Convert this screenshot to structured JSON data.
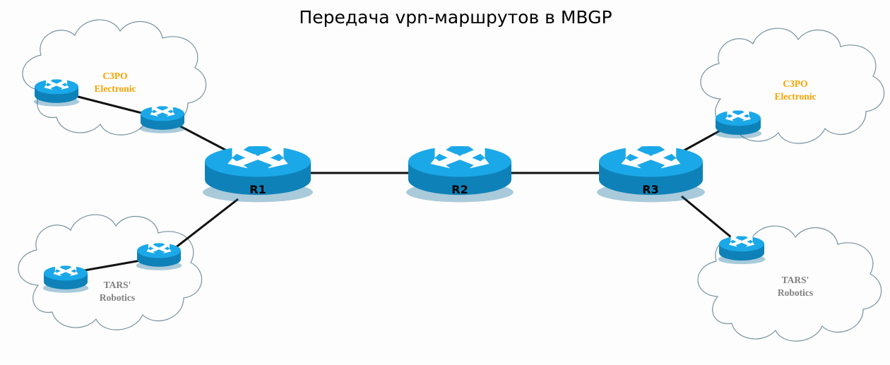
{
  "diagram": {
    "title": "Передача vpn-маршрутов в MBGP",
    "colors": {
      "background": "#fdfdfd",
      "router_top": "#1ba8e8",
      "router_side": "#0e82b8",
      "cloud_stroke": "#7793a0",
      "link": "#111111",
      "label_orange": "#f5a300",
      "label_gray": "#808080",
      "title": "#000000"
    },
    "clouds": [
      {
        "id": "cloud-top-left",
        "label_line1": "C3PO",
        "label_line2": "Electronic",
        "label_color": "#f5a300"
      },
      {
        "id": "cloud-bottom-left",
        "label_line1": "TARS'",
        "label_line2": "Robotics",
        "label_color": "#808080"
      },
      {
        "id": "cloud-top-right",
        "label_line1": "C3PO",
        "label_line2": "Electronic",
        "label_color": "#f5a300"
      },
      {
        "id": "cloud-bottom-right",
        "label_line1": "TARS'",
        "label_line2": "Robotics",
        "label_color": "#808080"
      }
    ],
    "routers": [
      {
        "id": "ce-top-left",
        "label": "",
        "size": "small"
      },
      {
        "id": "pe-top-left",
        "label": "",
        "size": "small"
      },
      {
        "id": "ce-bottom-left",
        "label": "",
        "size": "small"
      },
      {
        "id": "pe-bottom-left",
        "label": "",
        "size": "small"
      },
      {
        "id": "r1",
        "label": "R1",
        "size": "large"
      },
      {
        "id": "r2",
        "label": "R2",
        "size": "large"
      },
      {
        "id": "r3",
        "label": "R3",
        "size": "large"
      },
      {
        "id": "ce-top-right",
        "label": "",
        "size": "small"
      },
      {
        "id": "ce-bottom-right",
        "label": "",
        "size": "small"
      }
    ],
    "links": [
      {
        "from": "ce-top-left",
        "to": "pe-top-left"
      },
      {
        "from": "pe-top-left",
        "to": "r1"
      },
      {
        "from": "ce-bottom-left",
        "to": "pe-bottom-left"
      },
      {
        "from": "pe-bottom-left",
        "to": "r1"
      },
      {
        "from": "r1",
        "to": "r2"
      },
      {
        "from": "r2",
        "to": "r3"
      },
      {
        "from": "r3",
        "to": "ce-top-right"
      },
      {
        "from": "r3",
        "to": "ce-bottom-right"
      }
    ],
    "router_labels": {
      "r1": "R1",
      "r2": "R2",
      "r3": "R3"
    }
  }
}
